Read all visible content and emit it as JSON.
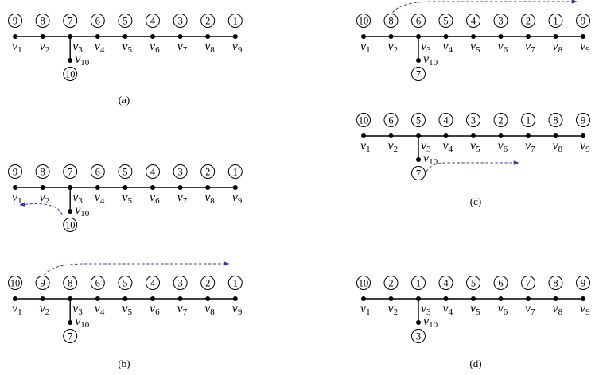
{
  "vertex_prefix": "v",
  "captions": {
    "a": "(a)",
    "b": "(b)",
    "c": "(c)",
    "d": "(d)"
  },
  "vertex_subscripts": [
    "1",
    "2",
    "3",
    "4",
    "5",
    "6",
    "7",
    "8",
    "9",
    "10"
  ],
  "panels": [
    {
      "id": "a1",
      "caption": "a",
      "labels": [
        "9",
        "8",
        "7",
        "6",
        "5",
        "4",
        "3",
        "2",
        "1"
      ],
      "pendant_label": "10"
    },
    {
      "id": "b1",
      "labels": [
        "9",
        "8",
        "7",
        "6",
        "5",
        "4",
        "3",
        "2",
        "1"
      ],
      "pendant_label": "10",
      "arrow": "pendant-to-v1"
    },
    {
      "id": "b2",
      "caption": "b",
      "labels": [
        "10",
        "9",
        "8",
        "6",
        "5",
        "4",
        "3",
        "2",
        "1"
      ],
      "pendant_label": "7",
      "arrow": "v2-to-v9"
    },
    {
      "id": "c1",
      "labels": [
        "10",
        "8",
        "6",
        "5",
        "4",
        "3",
        "2",
        "1",
        "9"
      ],
      "pendant_label": "7",
      "arrow": "v2-to-v9"
    },
    {
      "id": "c2",
      "caption": "c",
      "labels": [
        "10",
        "6",
        "5",
        "4",
        "3",
        "2",
        "1",
        "8",
        "9"
      ],
      "pendant_label": "7",
      "arrow": "pendant-to-right"
    },
    {
      "id": "d1",
      "caption": "d",
      "labels": [
        "10",
        "2",
        "1",
        "4",
        "5",
        "6",
        "7",
        "8",
        "9"
      ],
      "pendant_label": "3"
    }
  ]
}
